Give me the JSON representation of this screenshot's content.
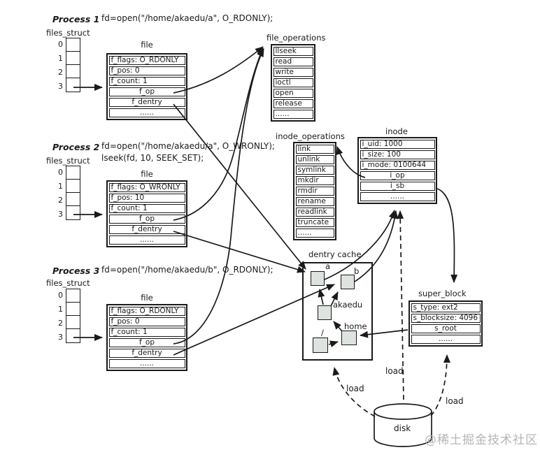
{
  "colors": {
    "line": "#1a1a1a",
    "dentry_node_fill": "#dde3df",
    "watermark": "#b5b5b5",
    "background": "#ffffff"
  },
  "processes": [
    {
      "title": "Process 1",
      "code": [
        "fd=open(\"/home/akaedu/a\", O_RDONLY);"
      ],
      "files_struct_label": "files_struct",
      "fd_indices": [
        "0",
        "1",
        "2",
        "3"
      ],
      "file_label": "file",
      "file_rows": [
        {
          "t": "f_flags: O_RDONLY"
        },
        {
          "t": "f_pos: 0"
        },
        {
          "t": "f_count: 1"
        },
        {
          "t": "f_op",
          "a": "c"
        },
        {
          "t": "f_dentry",
          "a": "c"
        },
        {
          "t": "......",
          "a": "c"
        }
      ]
    },
    {
      "title": "Process 2",
      "code": [
        "fd=open(\"/home/akaedu/a\", O_WRONLY);",
        "lseek(fd, 10, SEEK_SET);"
      ],
      "files_struct_label": "files_struct",
      "fd_indices": [
        "0",
        "1",
        "2",
        "3"
      ],
      "file_label": "file",
      "file_rows": [
        {
          "t": "f_flags: O_WRONLY"
        },
        {
          "t": "f_pos: 10"
        },
        {
          "t": "f_count: 1"
        },
        {
          "t": "f_op",
          "a": "c"
        },
        {
          "t": "f_dentry",
          "a": "c"
        },
        {
          "t": "......",
          "a": "c"
        }
      ]
    },
    {
      "title": "Process 3",
      "code": [
        "fd=open(\"/home/akaedu/b\", O_RDONLY);"
      ],
      "files_struct_label": "files_struct",
      "fd_indices": [
        "0",
        "1",
        "2",
        "3"
      ],
      "file_label": "file",
      "file_rows": [
        {
          "t": "f_flags: O_RDONLY"
        },
        {
          "t": "f_pos: 0"
        },
        {
          "t": "f_count: 1"
        },
        {
          "t": "f_op",
          "a": "c"
        },
        {
          "t": "f_dentry",
          "a": "c"
        },
        {
          "t": "......",
          "a": "c"
        }
      ]
    }
  ],
  "file_operations": {
    "title": "file_operations",
    "rows": [
      {
        "t": "llseek"
      },
      {
        "t": "read"
      },
      {
        "t": "write"
      },
      {
        "t": "ioctl"
      },
      {
        "t": "open"
      },
      {
        "t": "release"
      },
      {
        "t": "......"
      }
    ]
  },
  "inode_operations": {
    "title": "inode_operations",
    "rows": [
      {
        "t": "link"
      },
      {
        "t": "unlink"
      },
      {
        "t": "symlink"
      },
      {
        "t": "mkdir"
      },
      {
        "t": "rmdir"
      },
      {
        "t": "rename"
      },
      {
        "t": "readlink"
      },
      {
        "t": "truncate"
      },
      {
        "t": "......"
      }
    ]
  },
  "inode": {
    "title": "inode",
    "rows": [
      {
        "t": "i_uid: 1000"
      },
      {
        "t": "i_size: 100"
      },
      {
        "t": "i_mode: 0100644"
      },
      {
        "t": "i_op",
        "a": "c"
      },
      {
        "t": "i_sb",
        "a": "c"
      },
      {
        "t": "......",
        "a": "c"
      }
    ]
  },
  "super_block": {
    "title": "super_block",
    "rows": [
      {
        "t": "s_type: ext2"
      },
      {
        "t": "s_blocksize: 4096"
      },
      {
        "t": "s_root",
        "a": "c"
      },
      {
        "t": "......",
        "a": "c"
      }
    ]
  },
  "dentry_cache": {
    "title": "dentry cache",
    "nodes": [
      {
        "label": "a"
      },
      {
        "label": "b"
      },
      {
        "label": "akaedu"
      },
      {
        "label": "home"
      },
      {
        "label": "/"
      }
    ]
  },
  "disk": {
    "label": "disk"
  },
  "load_labels": [
    "load",
    "load",
    "load"
  ],
  "watermark": "@稀土掘金技术社区"
}
